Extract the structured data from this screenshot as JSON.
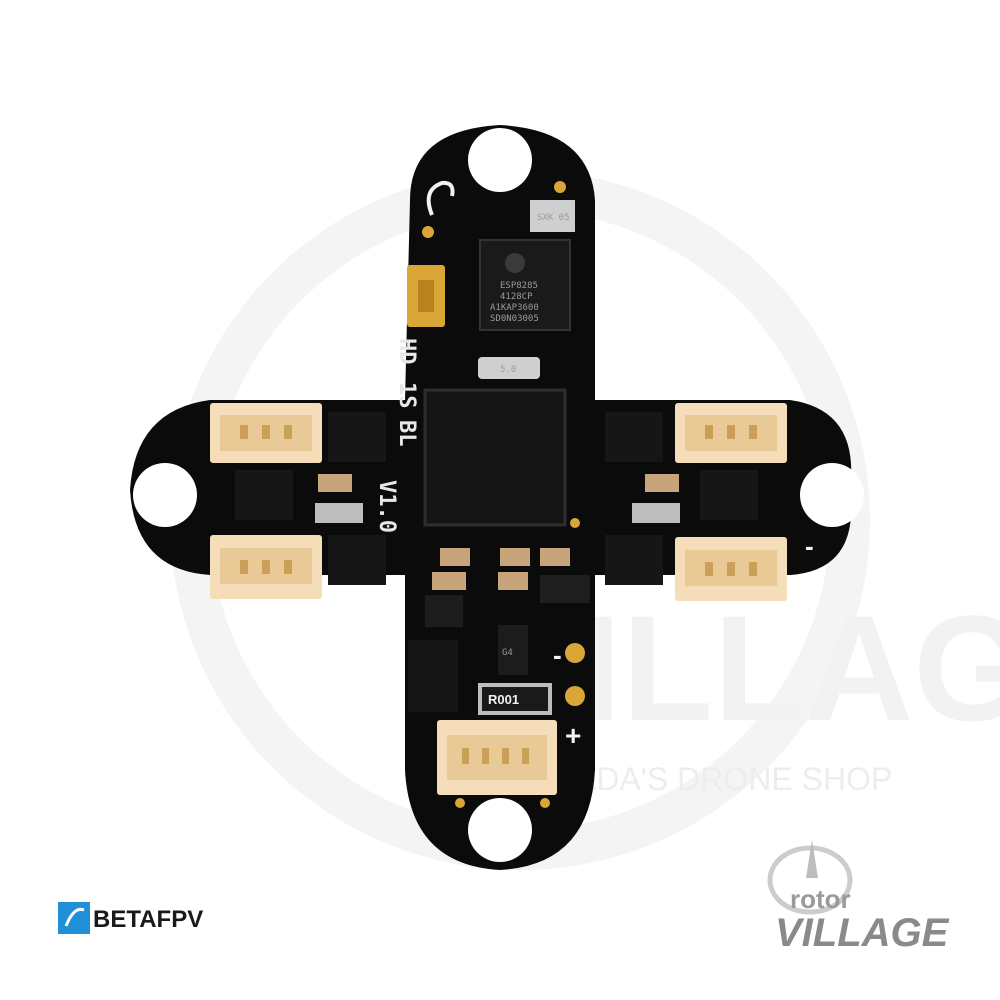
{
  "watermark": {
    "main_text": "VILLAGE",
    "sub_text": "ADA'S DRONE SHOP"
  },
  "board": {
    "label_hd": "HD",
    "label_1s": "1S",
    "label_bl": "BL",
    "label_version": "V1.0",
    "resistor_label": "R001",
    "pad_minus": "-",
    "pad_plus": "+",
    "side_minus": "-",
    "mcu_text_1": "ESP8285",
    "mcu_text_2": "4128CP",
    "mcu_text_3": "A1KAP3600",
    "mcu_text_4": "SD0N03005",
    "imu_text": "SXK 05",
    "crystal_text": "5.0",
    "regulator_text": "G4"
  },
  "brand_logo": {
    "text": "BETAFPV",
    "box_color": "#1f8fd6"
  },
  "corner_logo": {
    "line1": "rotor",
    "line2": "VILLAGE",
    "color": "#8a8a8a"
  },
  "colors": {
    "pcb": "#0b0b0b",
    "connector": "#f4ddb8",
    "gold": "#d9a637"
  }
}
